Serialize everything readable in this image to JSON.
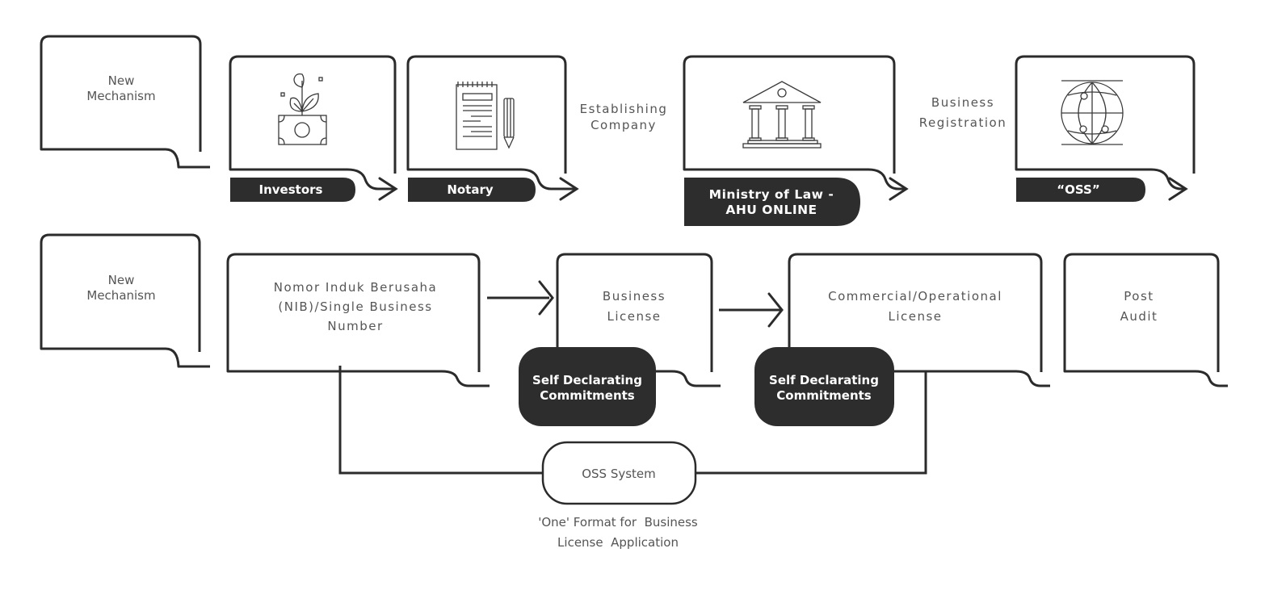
{
  "row1": {
    "new_mechanism": [
      "New",
      "Mechanism"
    ],
    "steps": [
      {
        "label": "Investors",
        "icon": "plant-money-icon"
      },
      {
        "label": "Notary",
        "icon": "notepad-pencil-icon"
      },
      {
        "label_lines": [
          "Ministry of Law -",
          "AHU ONLINE"
        ],
        "icon": "government-building-icon"
      },
      {
        "label": "“OSS”",
        "icon": "globe-network-icon"
      }
    ],
    "between_labels": {
      "establishing": [
        "Establishing",
        "Company"
      ],
      "registration": [
        "Business",
        "Registration"
      ]
    }
  },
  "row2": {
    "new_mechanism": [
      "New",
      "Mechanism"
    ],
    "nib": [
      "Nomor Induk Berusaha",
      "(NIB)/Single Business",
      "Number"
    ],
    "business_license": [
      "Business",
      "License"
    ],
    "commercial_license": [
      "Commercial/Operational",
      "License"
    ],
    "post_audit": [
      "Post",
      "Audit"
    ],
    "self_declaring": [
      "Self Declarating",
      "Commitments"
    ],
    "oss_system": "OSS System",
    "oss_caption": [
      "'One' Format for  Business",
      "License  Application"
    ]
  },
  "colors": {
    "stroke": "#2b2b2b",
    "pill": "#2d2d2d",
    "text": "#555555",
    "pill_text": "#ffffff"
  }
}
